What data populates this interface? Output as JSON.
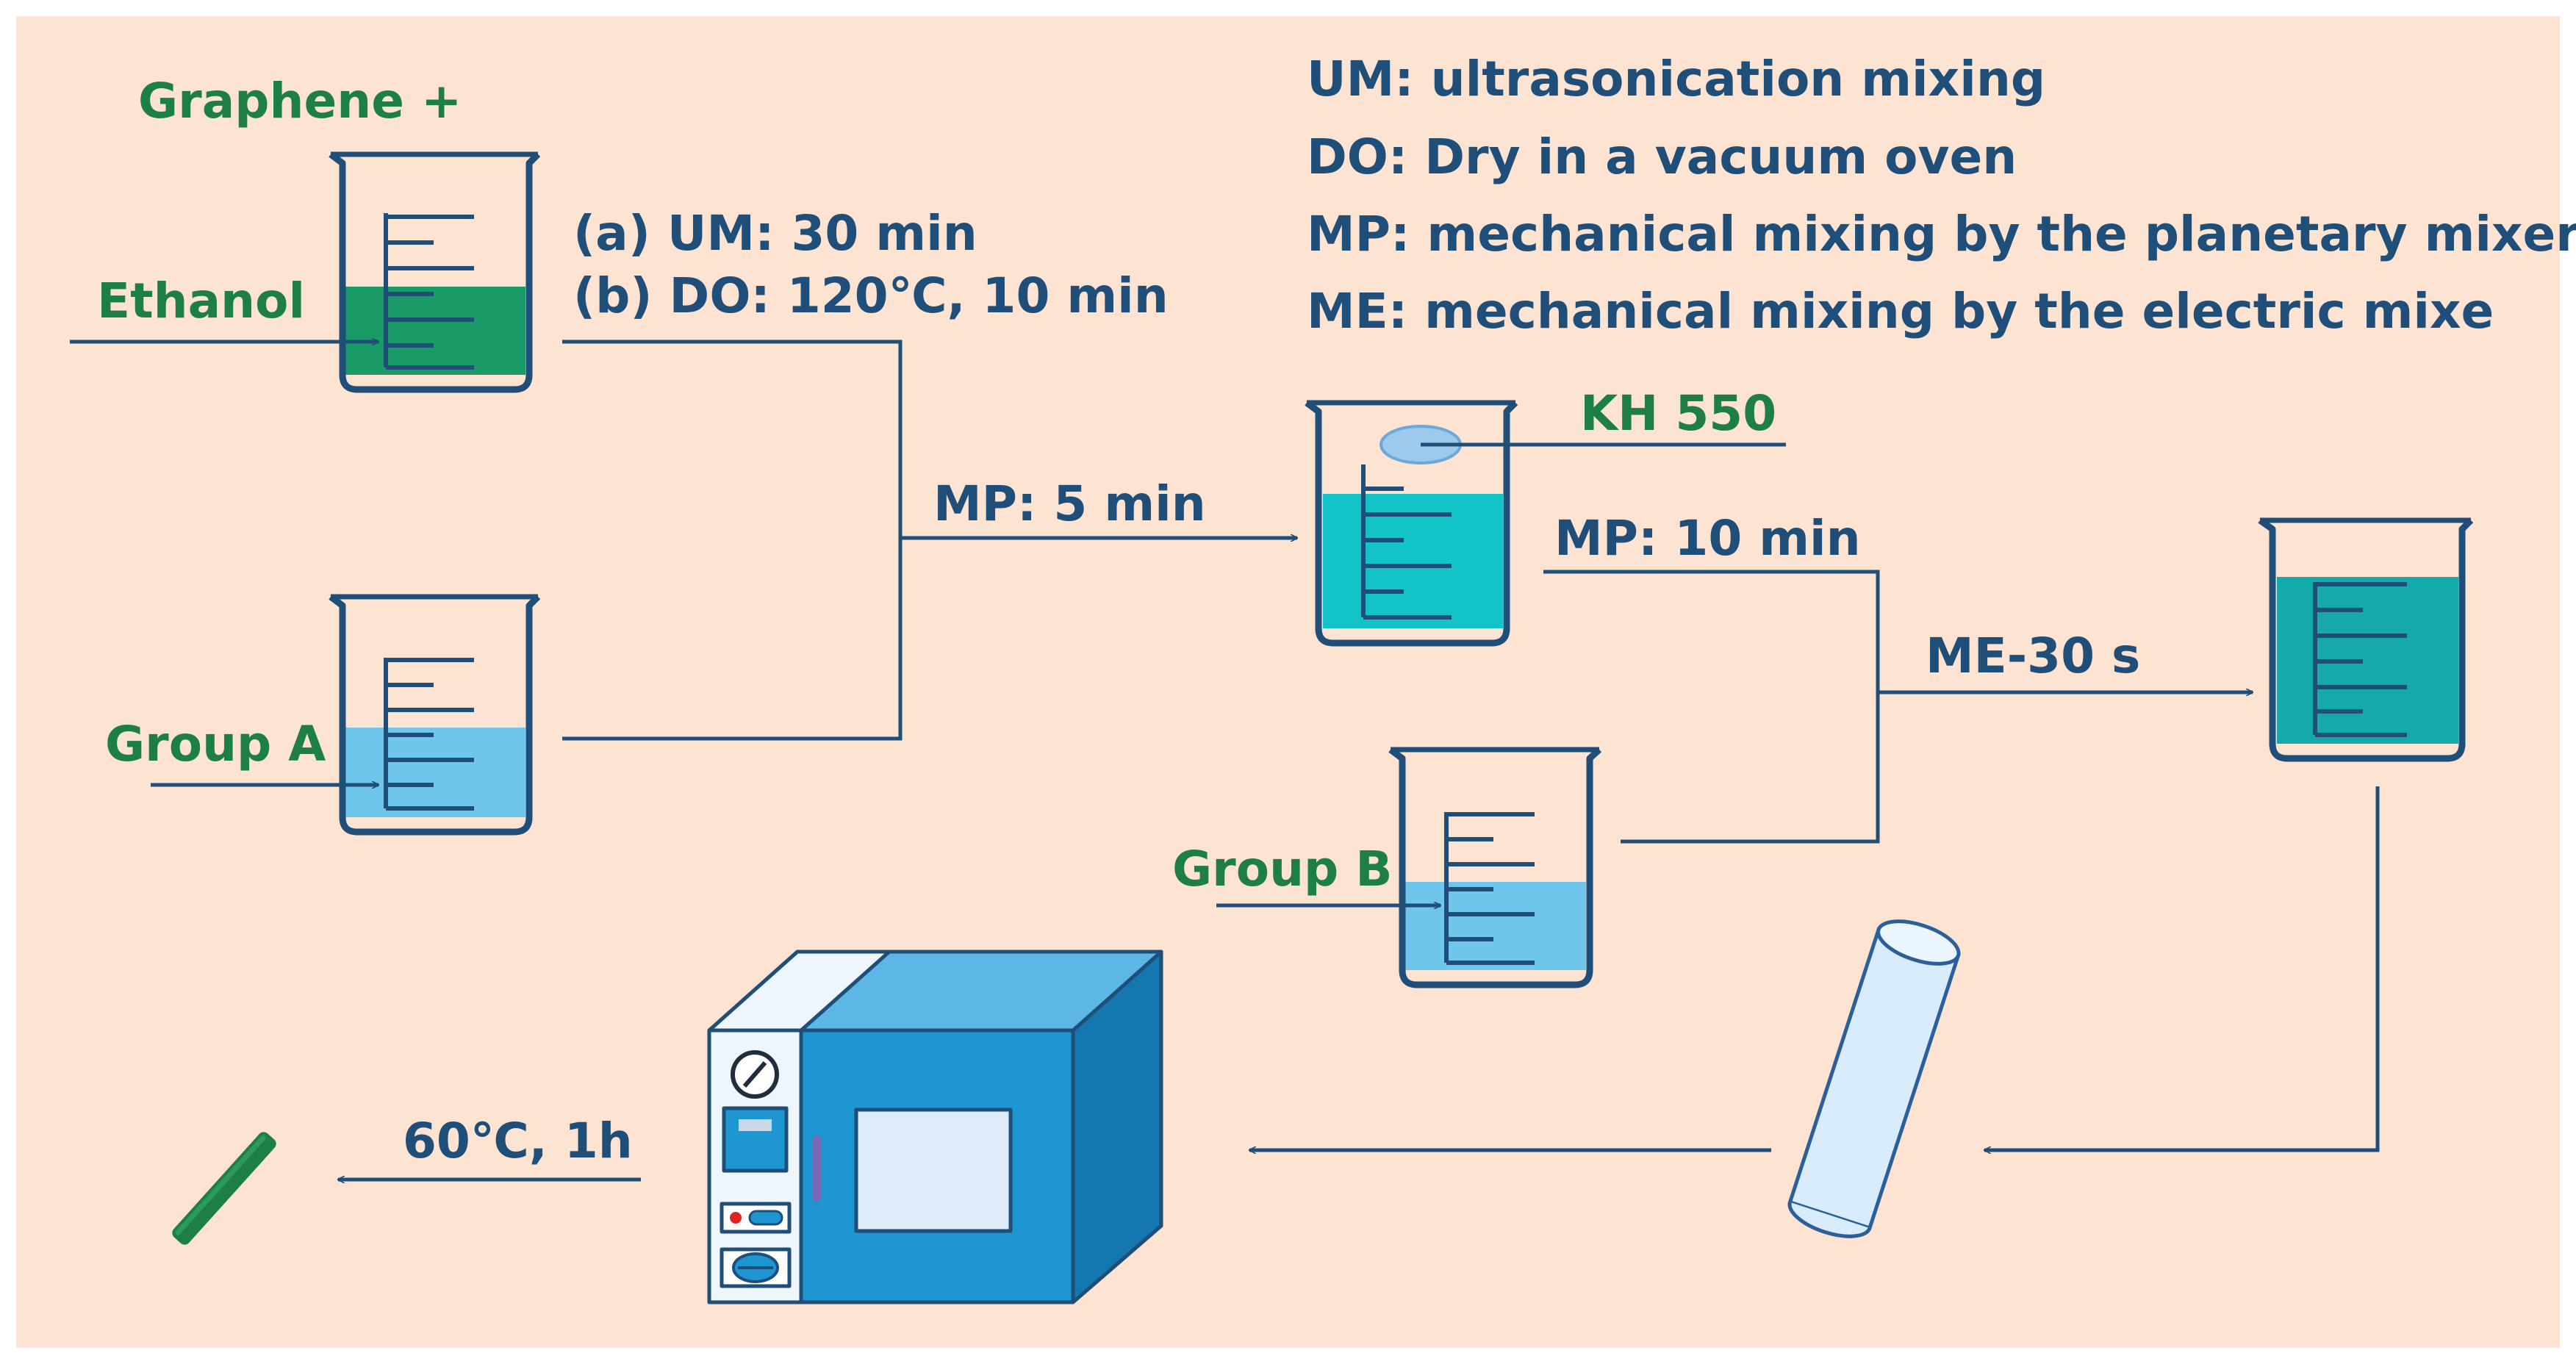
{
  "legend": {
    "um": "UM: ultrasonication mixing",
    "do": "DO: Dry in a vacuum oven",
    "mp": "MP: mechanical mixing by the planetary mixer",
    "me": "ME: mechanical mixing by the electric mixe"
  },
  "labels": {
    "graphene": "Graphene +",
    "ethanol": "Ethanol",
    "step_a": "(a) UM: 30 min",
    "step_b": "(b) DO: 120℃, 10 min",
    "group_a": "Group A",
    "mp_5": "MP: 5 min",
    "kh550": "KH 550",
    "mp_10": "MP: 10 min",
    "group_b": "Group B",
    "me_30": "ME-30 s",
    "cure": "60℃, 1h"
  },
  "colors": {
    "background": "#fde3d2",
    "line": "#1f4e79",
    "label_green": "#1e7f46",
    "label_dark": "#1f4e79",
    "graphene_liquid": "#1a9a66",
    "group_liquid": "#6fc6ec",
    "mixed_liquid": "#12c4c8",
    "final_liquid": "#16a9ab",
    "oven_body": "#1e96d2",
    "oven_side": "#1577b0",
    "oven_top": "#5cb6e6",
    "panel": "#e8f2fb",
    "product": "#1e7f46"
  },
  "icons": {
    "oven": "vacuum-oven-icon",
    "mold": "cylindrical-mold-icon",
    "product": "cured-sample-icon",
    "dial": "dial-icon"
  }
}
